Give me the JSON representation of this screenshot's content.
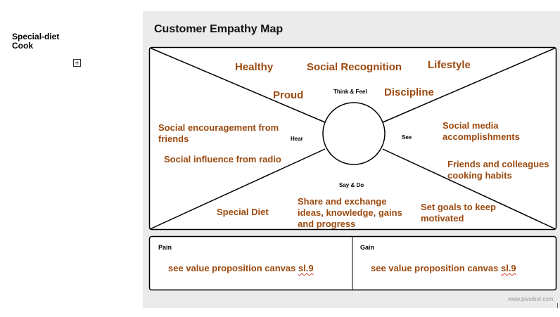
{
  "persona": {
    "title": "Special-diet\nCook"
  },
  "map": {
    "title": "Customer Empathy Map",
    "quadrants": {
      "think_feel": "Think & Feel",
      "hear": "Hear",
      "see": "See",
      "say_do": "Say & Do"
    },
    "think_feel_items": [
      "Healthy",
      "Social Recognition",
      "Lifestyle",
      "Proud",
      "Discipline"
    ],
    "hear_items": [
      "Social encouragement from\nfriends",
      "Social influence from radio"
    ],
    "see_items": [
      "Social media\naccomplishments",
      "Friends and colleagues\ncooking habits"
    ],
    "say_do_items": [
      "Special Diet",
      "Share and exchange\nideas, knowledge, gains\nand progress",
      "Set goals to keep\nmotivated"
    ]
  },
  "pain": {
    "label": "Pain",
    "text_prefix": "see value proposition canvas ",
    "text_ref": "sl.9"
  },
  "gain": {
    "label": "Gain",
    "text_prefix": "see value proposition canvas ",
    "text_ref": "sl.9"
  },
  "footer": {
    "watermark": "www.pivotbot.com"
  },
  "colors": {
    "accent_text": "#9c4a0f",
    "panel_bg": "#ebebeb",
    "outline": "#000000"
  }
}
